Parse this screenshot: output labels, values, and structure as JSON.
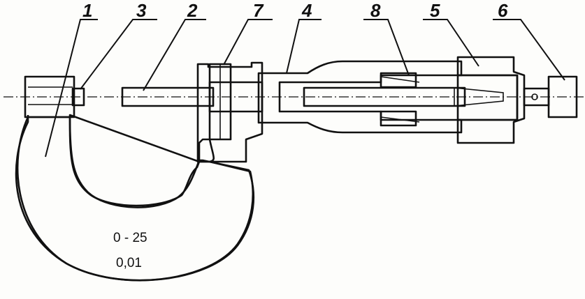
{
  "diagram": {
    "labels": [
      {
        "id": "1",
        "text": "1"
      },
      {
        "id": "3",
        "text": "3"
      },
      {
        "id": "2",
        "text": "2"
      },
      {
        "id": "7",
        "text": "7"
      },
      {
        "id": "4",
        "text": "4"
      },
      {
        "id": "8",
        "text": "8"
      },
      {
        "id": "5",
        "text": "5"
      },
      {
        "id": "6",
        "text": "6"
      }
    ],
    "frame_markings": {
      "range": "0 - 25",
      "resolution": "0,01"
    }
  }
}
